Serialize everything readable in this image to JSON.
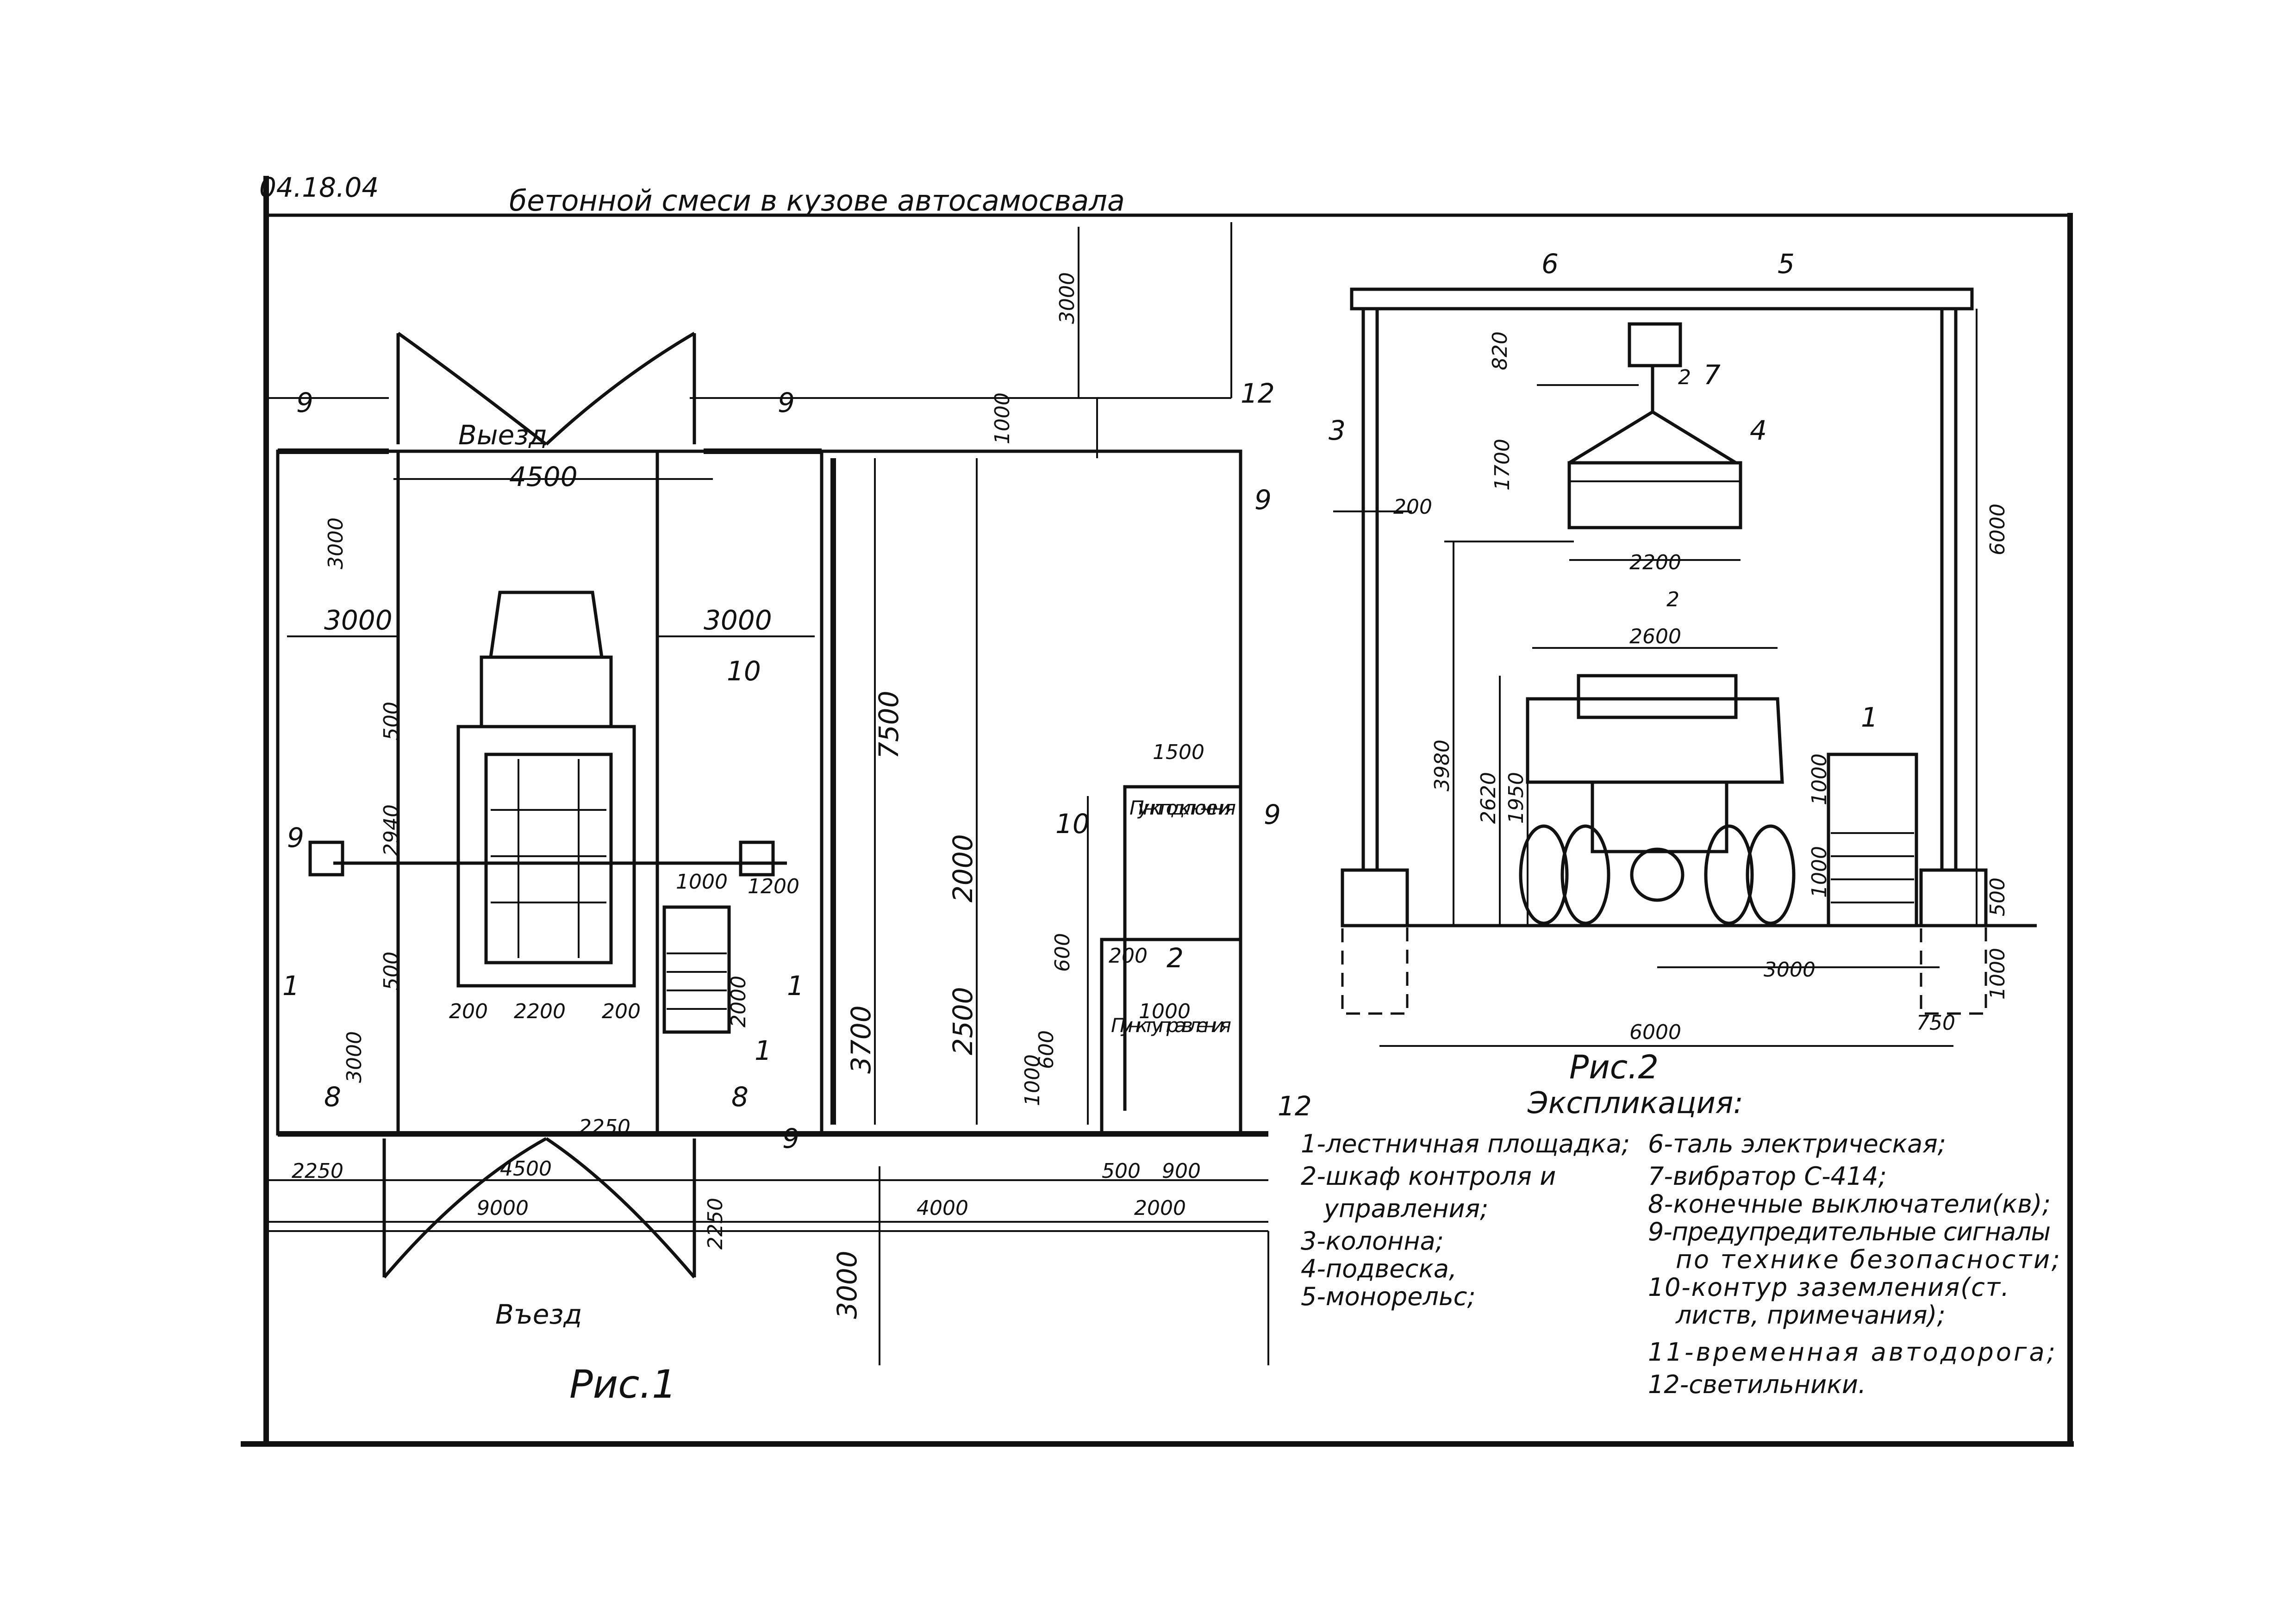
{
  "header": {
    "code": "04.18.04",
    "title": "бетонной смеси в кузове автосамосвала"
  },
  "fig1": {
    "caption": "Рис.1",
    "exit_label": "Выезд",
    "entry_label": "Въезд",
    "point_connect": "Пункт подклю-чения",
    "point_control": "Пункт управления",
    "dims": {
      "d3000_top": "3000",
      "d1000_top": "1000",
      "d4500_top": "4500",
      "d3000_left": "3000",
      "d3000_a": "3000",
      "d3000_b": "3000",
      "d500_a": "500",
      "d2940": "2940",
      "d500_b": "500",
      "d200_a": "200",
      "d2200": "2200",
      "d200_b": "200",
      "d1000_stair": "1000",
      "d1200": "1200",
      "d2000_stair": "2000",
      "d1500": "1500",
      "d2000_room": "2000",
      "d3700": "3700",
      "d7500": "7500",
      "d2500": "2500",
      "d600_a": "600",
      "d600_b": "600",
      "d1000_c": "1000",
      "d200_c": "200",
      "d1000_d": "1000",
      "d3000_bl": "3000",
      "d2250_a": "2250",
      "d2250_b": "2250",
      "d2250_c": "2250",
      "d4500_b": "4500",
      "d9000": "9000",
      "d4000": "4000",
      "d2000_b": "2000",
      "d500_c": "500",
      "d900": "900",
      "d3000_bot": "3000"
    },
    "markers": {
      "m9_a": "9",
      "m9_b": "9",
      "m9_c": "9",
      "m9_d": "9",
      "m9_e": "9",
      "m9_f": "9",
      "m12_a": "12",
      "m12_b": "12",
      "m10_a": "10",
      "m10_b": "10",
      "m8_a": "8",
      "m8_b": "8",
      "m1_a": "1",
      "m1_b": "1",
      "m1_c": "1",
      "m2": "2"
    }
  },
  "fig2": {
    "caption": "Рис.2",
    "dims": {
      "d820": "820",
      "d1700": "1700",
      "d200": "200",
      "d2200": "2200",
      "d2600": "2600",
      "d3980": "3980",
      "d2620": "2620",
      "d1950": "1950",
      "d1000_a": "1000",
      "d1000_b": "1000",
      "d6000_v": "6000",
      "d500": "500",
      "d1000_c": "1000",
      "d3000": "3000",
      "d750": "750",
      "d6000_h": "6000"
    },
    "markers": {
      "m5": "5",
      "m6": "6",
      "m7": "7",
      "m3": "3",
      "m4": "4",
      "m2": "2",
      "m2b": "2",
      "m1": "1"
    }
  },
  "legend": {
    "title": "Экспликация:",
    "items": [
      "1-лестничная площадка;",
      "2-шкаф контроля и",
      "управления;",
      "3-колонна;",
      "4-подвеска,",
      "5-монорельс;",
      "6-таль электрическая;",
      "7-вибратор С-414;",
      "8-конечные выключатели(кв);",
      "9-предупредительные сигналы",
      "по технике безопасности;",
      "10-контур заземления(ст.",
      "листв, примечания);",
      "11-временная автодорога;",
      "12-светильники."
    ]
  }
}
